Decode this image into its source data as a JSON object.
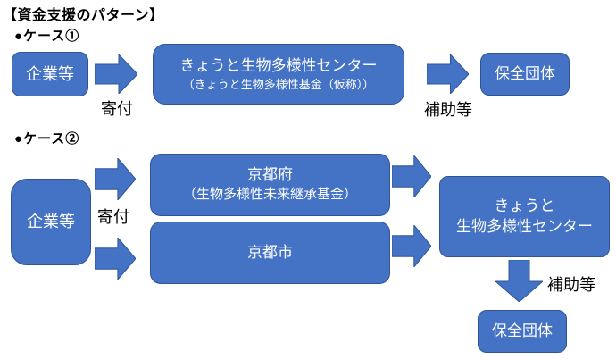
{
  "page": {
    "title": "【資金支援のパターン】"
  },
  "colors": {
    "box_fill": "#4472C4",
    "box_border": "#2F5597",
    "box_text": "#FFFFFF",
    "label_text": "#000000"
  },
  "case1": {
    "label": "●ケース①",
    "source_box": "企業等",
    "donation_arrow_label": "寄付",
    "center_box_line1": "きょうと生物多様性センター",
    "center_box_line2": "（きょうと生物多様性基金（仮称））",
    "subsidy_arrow_label": "補助等",
    "target_box": "保全団体"
  },
  "case2": {
    "label": "●ケース②",
    "source_box": "企業等",
    "donation_arrow_label": "寄付",
    "pref_box_line1": "京都府",
    "pref_box_line2": "（生物多様性未来継承基金）",
    "city_box": "京都市",
    "center_box_line1": "きょうと",
    "center_box_line2": "生物多様性センター",
    "subsidy_arrow_label": "補助等",
    "target_box": "保全団体"
  }
}
